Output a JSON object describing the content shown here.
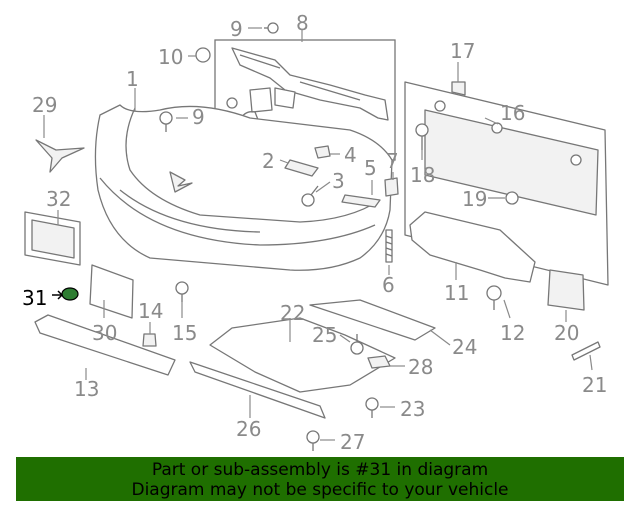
{
  "callouts": {
    "c1": "1",
    "c2": "2",
    "c3": "3",
    "c4": "4",
    "c5": "5",
    "c6": "6",
    "c7": "7",
    "c8": "8",
    "c9a": "9",
    "c9b": "9",
    "c10": "10",
    "c11": "11",
    "c12": "12",
    "c13": "13",
    "c14": "14",
    "c15": "15",
    "c16": "16",
    "c17": "17",
    "c18": "18",
    "c19": "19",
    "c20": "20",
    "c21": "21",
    "c22": "22",
    "c23": "23",
    "c24": "24",
    "c25": "25",
    "c26": "26",
    "c27": "27",
    "c28": "28",
    "c29": "29",
    "c30": "30",
    "c31": "31",
    "c32": "32"
  },
  "highlight": {
    "part_number": "31",
    "color": "#2e7d32"
  },
  "banner": {
    "line1": "Part or sub-assembly is #31 in diagram",
    "line2": "Diagram may not be specific to your vehicle",
    "background": "#1f6f00"
  }
}
